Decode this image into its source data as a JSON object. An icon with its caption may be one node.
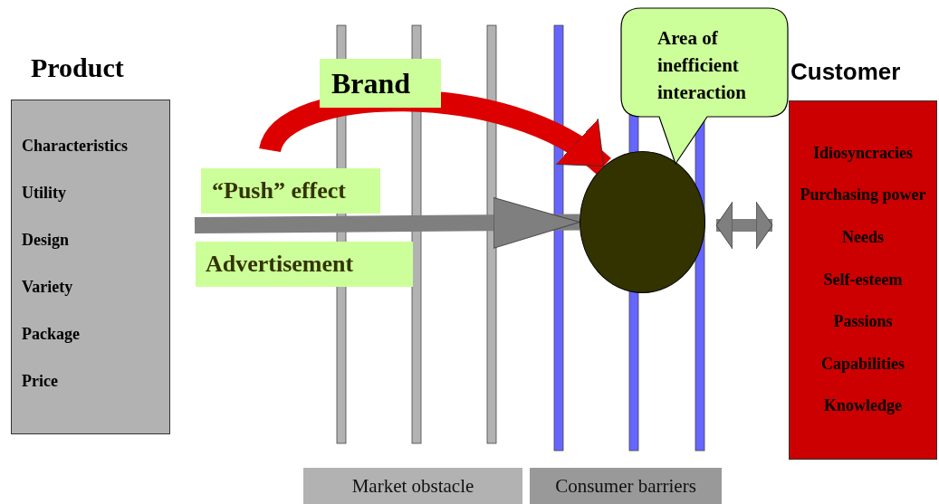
{
  "diagram": {
    "nodes": [
      {
        "text": [
          "Product",
          "Characteristics",
          "Utility",
          "Design",
          "Variety",
          "Package",
          "Price"
        ]
      },
      {
        "text": [
          "Customer",
          "Idiosyncracies",
          "Purchasing power",
          "Needs",
          "Self-esteem",
          "Passions",
          "Capabilities",
          "Knowledge"
        ]
      },
      {
        "text": [],
        "shape": "circle"
      },
      {
        "text": [
          "Brand"
        ]
      },
      {
        "text": [
          "“Push” effect"
        ]
      },
      {
        "text": [
          "Advertisement"
        ]
      },
      {
        "text": [
          "Area of inefficient interaction"
        ]
      },
      {
        "text": [
          "Market obstacle"
        ]
      },
      {
        "text": [
          "Consumer barriers"
        ]
      }
    ],
    "edges": [
      {
        "from": null,
        "to": 2,
        "arrow": "to",
        "color": "#dd0000"
      },
      {
        "from": null,
        "to": 2,
        "arrow": "to"
      },
      {
        "from": 2,
        "to": 1,
        "arrow": "both"
      }
    ]
  }
}
